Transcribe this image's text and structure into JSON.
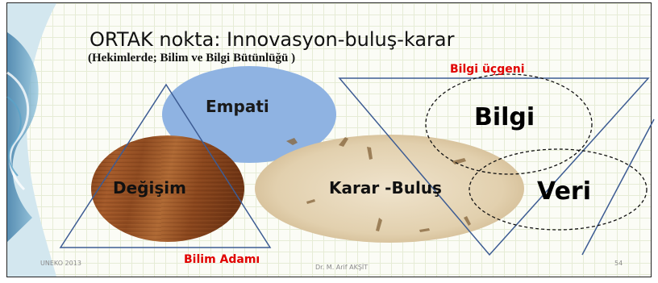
{
  "slide": {
    "title": "ORTAK nokta: Innovasyon-buluş-karar",
    "subtitle": "(Hekimlerde; Bilim ve Bilgi Bütünlüğü )"
  },
  "diagram": {
    "triangle_left_label": "Bilim Adamı",
    "triangle_right_label": "Bilgi üçgeni",
    "circles": {
      "empati": "Empati",
      "degisim": "Değişim",
      "karar_bulus": "Karar -Buluş",
      "bilgi": "Bilgi",
      "veri": "Veri"
    }
  },
  "footer": {
    "left": "UNEKO 2013",
    "center": "Dr. M. Arif AKŞİT",
    "page_number": "54"
  },
  "colors": {
    "empati_fill": "#8fb3e2",
    "label_red": "#e10000",
    "triangle_stroke": "#3d5c93"
  }
}
